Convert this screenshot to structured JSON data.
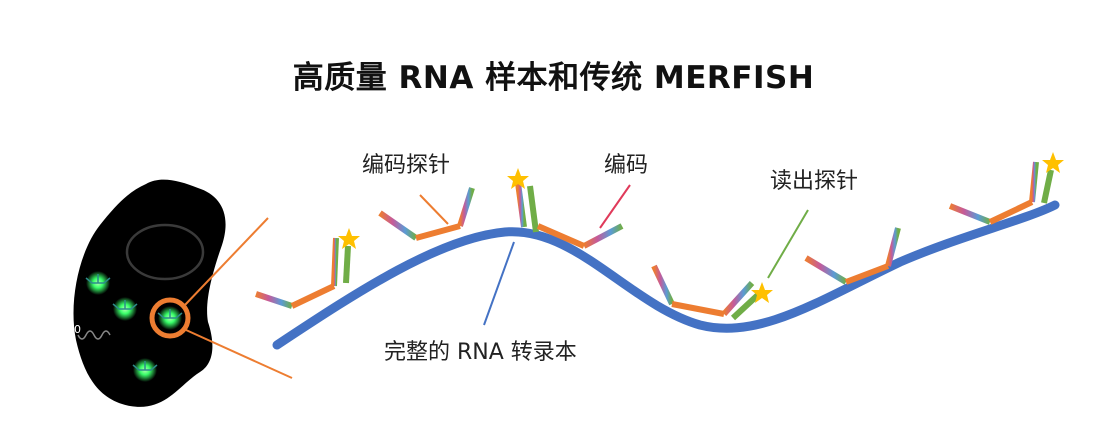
{
  "title": "高质量 RNA 样本和传统 MERFISH",
  "labels": {
    "encoding_probe": "编码探针",
    "barcode": "编码",
    "readout_probe": "读出探针",
    "transcript": "完整的 RNA 转录本"
  },
  "colors": {
    "transcript": "#4472c4",
    "probe_body": "#ed7d31",
    "readout": "#70ad47",
    "fluorophore": "#ffc000",
    "callout_encoding": "#ed7d31",
    "callout_barcode": "#e03a5a",
    "callout_readout": "#70ad47",
    "callout_transcript": "#4472c4",
    "cell": "#000000",
    "nucleus": "#333333",
    "spot": "#39ff6a",
    "zoom_ring": "#ed7d31"
  }
}
